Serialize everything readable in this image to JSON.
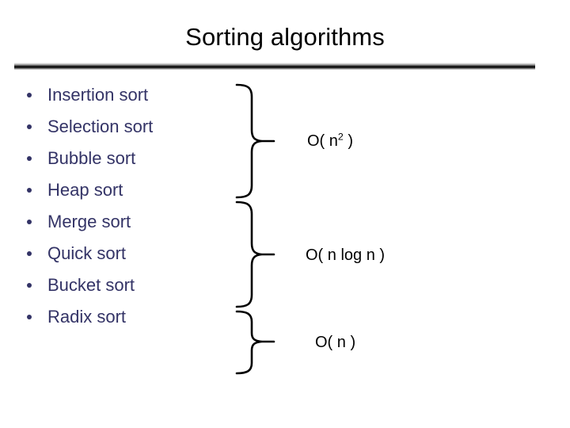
{
  "slide": {
    "title": "Sorting algorithms",
    "background_color": "#ffffff",
    "title_color": "#000000",
    "bullet_color": "#333366",
    "label_color": "#000000"
  },
  "bullets": [
    {
      "label": "Insertion sort"
    },
    {
      "label": "Selection sort"
    },
    {
      "label": "Bubble sort"
    },
    {
      "label": "Heap sort"
    },
    {
      "label": "Merge sort"
    },
    {
      "label": "Quick sort"
    },
    {
      "label": "Bucket sort"
    },
    {
      "label": "Radix sort"
    }
  ],
  "groups": [
    {
      "complexity_prefix": "O( n",
      "complexity_exponent": "2",
      "complexity_suffix": " )",
      "covers": "Insertion sort, Selection sort, Bubble sort, Heap sort"
    },
    {
      "complexity_prefix": "O( n log n )",
      "complexity_exponent": "",
      "complexity_suffix": "",
      "covers": "Merge sort, Quick sort"
    },
    {
      "complexity_prefix": "O( n )",
      "complexity_exponent": "",
      "complexity_suffix": "",
      "covers": "Bucket sort, Radix sort"
    }
  ]
}
